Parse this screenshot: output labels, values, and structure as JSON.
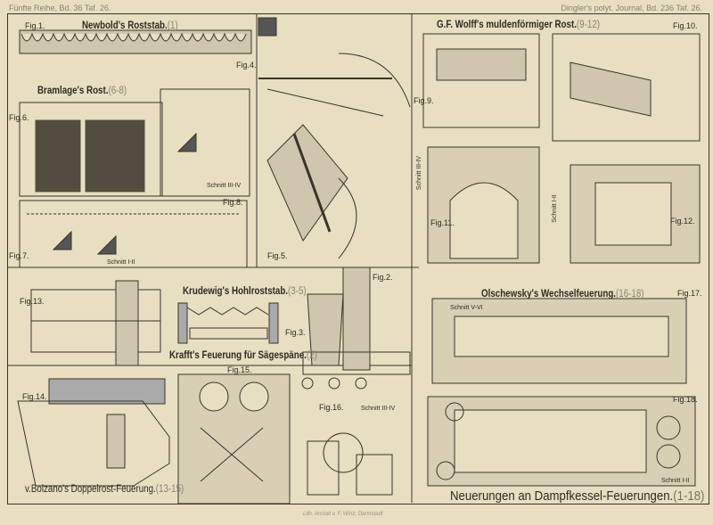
{
  "header": {
    "left": "Fünfte Reihe, Bd. 36 Taf. 26.",
    "right": "Dingler's polyt. Journal, Bd. 236 Taf. 26."
  },
  "titles": {
    "newbold": "Newbold's Roststab.",
    "newbold_ref": "(1)",
    "bramlage": "Bramlage's Rost.",
    "bramlage_ref": "(6-8)",
    "wolff": "G.F. Wolff's muldenförmiger Rost.",
    "wolff_ref": "(9-12)",
    "krudewig": "Krudewig's Hohlroststab.",
    "krudewig_ref": "(3-5)",
    "krafft": "Krafft's Feuerung für Sägespäne.",
    "krafft_ref": "(2)",
    "olschewsky": "Olschewsky's Wechselfeuerung.",
    "olschewsky_ref": "(16-18)",
    "bolzano": "v.Bolzano's Doppelrost-Feuerung.",
    "bolzano_ref": "(13-15)",
    "main": "Neuerungen an Dampfkessel-Feuerungen.",
    "main_ref": "(1-18)"
  },
  "figures": {
    "fig1": "Fig.1.",
    "fig2": "Fig.2.",
    "fig3": "Fig.3.",
    "fig4": "Fig.4.",
    "fig5": "Fig.5.",
    "fig6": "Fig.6.",
    "fig7": "Fig.7.",
    "fig8": "Fig.8.",
    "fig9": "Fig.9.",
    "fig10": "Fig.10.",
    "fig11": "Fig.11.",
    "fig12": "Fig.12.",
    "fig13": "Fig.13.",
    "fig14": "Fig.14.",
    "fig15": "Fig.15.",
    "fig16": "Fig.16.",
    "fig17": "Fig.17.",
    "fig18": "Fig.18."
  },
  "sections": {
    "s34_a": "Schnitt III-IV",
    "s12_a": "Schnitt I-II",
    "s34_b": "Schnitt III-IV",
    "s12_b": "Schnitt I-II",
    "s34_c": "Schnitt III-IV",
    "s56": "Schnitt V-VI",
    "s12_c": "Schnitt I-II"
  },
  "footer": "Lith. Anstalt v. F. Wirtz, Darmstadt"
}
